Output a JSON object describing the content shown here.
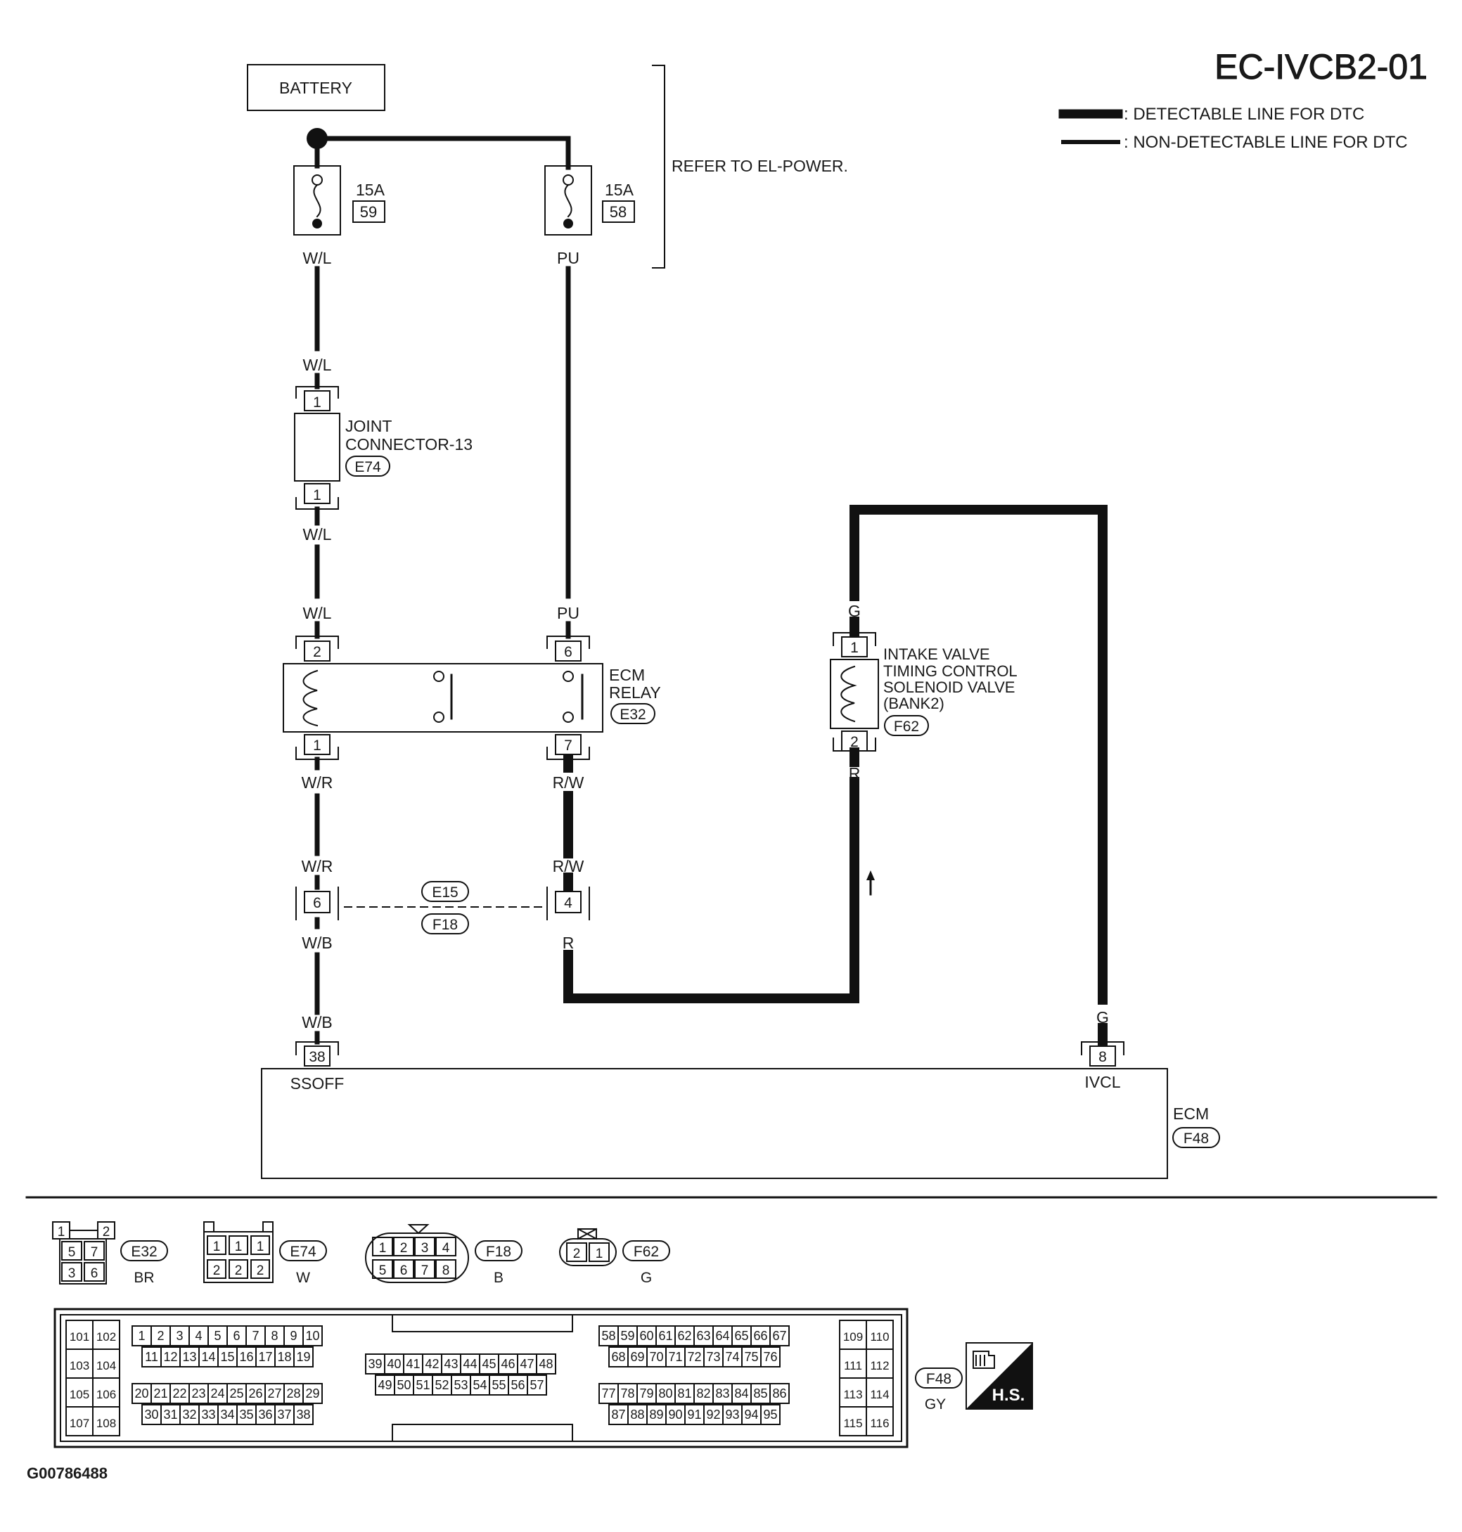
{
  "diagram_code": "EC-IVCB2-01",
  "figure_id": "G00786488",
  "legend": {
    "detectable": ": DETECTABLE LINE FOR DTC",
    "non_detectable": ": NON-DETECTABLE LINE FOR DTC"
  },
  "battery": "BATTERY",
  "refer_note": "REFER TO EL-POWER.",
  "fuses": {
    "f59": {
      "rating": "15A",
      "number": "59",
      "wire": "W/L"
    },
    "f58": {
      "rating": "15A",
      "number": "58",
      "wire": "PU"
    }
  },
  "joint": {
    "line1": "JOINT",
    "line2": "CONNECTOR-13",
    "code": "E74",
    "pin_top": "1",
    "pin_bottom": "1"
  },
  "relay": {
    "line1": "ECM",
    "line2": "RELAY",
    "code": "E32",
    "pin_coil_top": "2",
    "pin_coil_bottom": "1",
    "pin_sw_top": "6",
    "pin_sw_bottom": "7"
  },
  "solenoid": {
    "line1": "INTAKE VALVE",
    "line2": "TIMING CONTROL",
    "line3": "SOLENOID VALVE",
    "line4": "(BANK2)",
    "code": "F62",
    "pin_top": "1",
    "pin_bottom": "2"
  },
  "harness": {
    "code_top": "E15",
    "code_bottom": "F18",
    "pin_left": "6",
    "pin_right": "4"
  },
  "ecm": {
    "label": "ECM",
    "code": "F48",
    "pin_left": "38",
    "pin_left_name": "SSOFF",
    "pin_right": "8",
    "pin_right_name": "IVCL"
  },
  "wires": {
    "wl": "W/L",
    "pu": "PU",
    "wr": "W/R",
    "rw": "R/W",
    "wb": "W/B",
    "r": "R",
    "g": "G"
  },
  "connector_views": {
    "e32": {
      "code": "E32",
      "color": "BR",
      "pins": [
        "1",
        "2",
        "5",
        "7",
        "3",
        "6"
      ]
    },
    "e74": {
      "code": "E74",
      "color": "W",
      "pins": [
        "1",
        "1",
        "1",
        "2",
        "2",
        "2"
      ]
    },
    "f18": {
      "code": "F18",
      "color": "B",
      "pins": [
        "1",
        "2",
        "3",
        "4",
        "5",
        "6",
        "7",
        "8"
      ]
    },
    "f62": {
      "code": "F62",
      "color": "G",
      "pins": [
        "2",
        "1"
      ]
    },
    "f48": {
      "code": "F48",
      "color": "GY"
    }
  },
  "ecm_connector_rows": {
    "left_top": [
      "1",
      "2",
      "3",
      "4",
      "5",
      "6",
      "7",
      "8",
      "9",
      "10"
    ],
    "left_r2": [
      "11",
      "12",
      "13",
      "14",
      "15",
      "16",
      "17",
      "18",
      "19"
    ],
    "left_r3": [
      "20",
      "21",
      "22",
      "23",
      "24",
      "25",
      "26",
      "27",
      "28",
      "29"
    ],
    "left_r4": [
      "30",
      "31",
      "32",
      "33",
      "34",
      "35",
      "36",
      "37",
      "38"
    ],
    "mid_r1": [
      "39",
      "40",
      "41",
      "42",
      "43",
      "44",
      "45",
      "46",
      "47",
      "48"
    ],
    "mid_r2": [
      "49",
      "50",
      "51",
      "52",
      "53",
      "54",
      "55",
      "56",
      "57"
    ],
    "right_r1": [
      "58",
      "59",
      "60",
      "61",
      "62",
      "63",
      "64",
      "65",
      "66",
      "67"
    ],
    "right_r2": [
      "68",
      "69",
      "70",
      "71",
      "72",
      "73",
      "74",
      "75",
      "76"
    ],
    "right_r3": [
      "77",
      "78",
      "79",
      "80",
      "81",
      "82",
      "83",
      "84",
      "85",
      "86"
    ],
    "right_r4": [
      "87",
      "88",
      "89",
      "90",
      "91",
      "92",
      "93",
      "94",
      "95"
    ],
    "far_left": [
      "101",
      "102",
      "103",
      "104",
      "105",
      "106",
      "107",
      "108"
    ],
    "far_right": [
      "109",
      "110",
      "111",
      "112",
      "113",
      "114",
      "115",
      "116"
    ]
  },
  "hs_label": "H.S."
}
